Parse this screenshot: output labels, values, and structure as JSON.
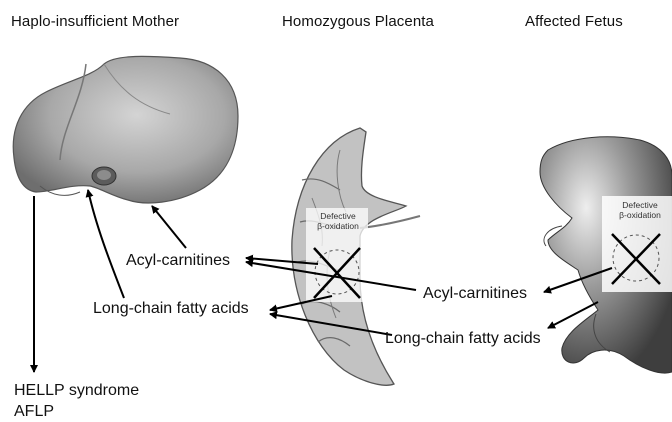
{
  "headers": {
    "mother": "Haplo-insufficient Mother",
    "placenta": "Homozygous Placenta",
    "fetus": "Affected Fetus"
  },
  "mother_labels": {
    "acyl": "Acyl-carnitines",
    "lcfa": "Long-chain fatty acids"
  },
  "fetus_labels": {
    "acyl": "Acyl-carnitines",
    "lcfa": "Long-chain fatty acids"
  },
  "outcome": {
    "line1": "HELLP syndrome",
    "line2": "AFLP"
  },
  "defect": {
    "line1": "Defective",
    "line2": "β-oxidation"
  },
  "colors": {
    "arrow": "#000000",
    "liver": "#9a9a9a",
    "placenta": "#b8b8b8",
    "fetus": "#7a7a7a"
  }
}
